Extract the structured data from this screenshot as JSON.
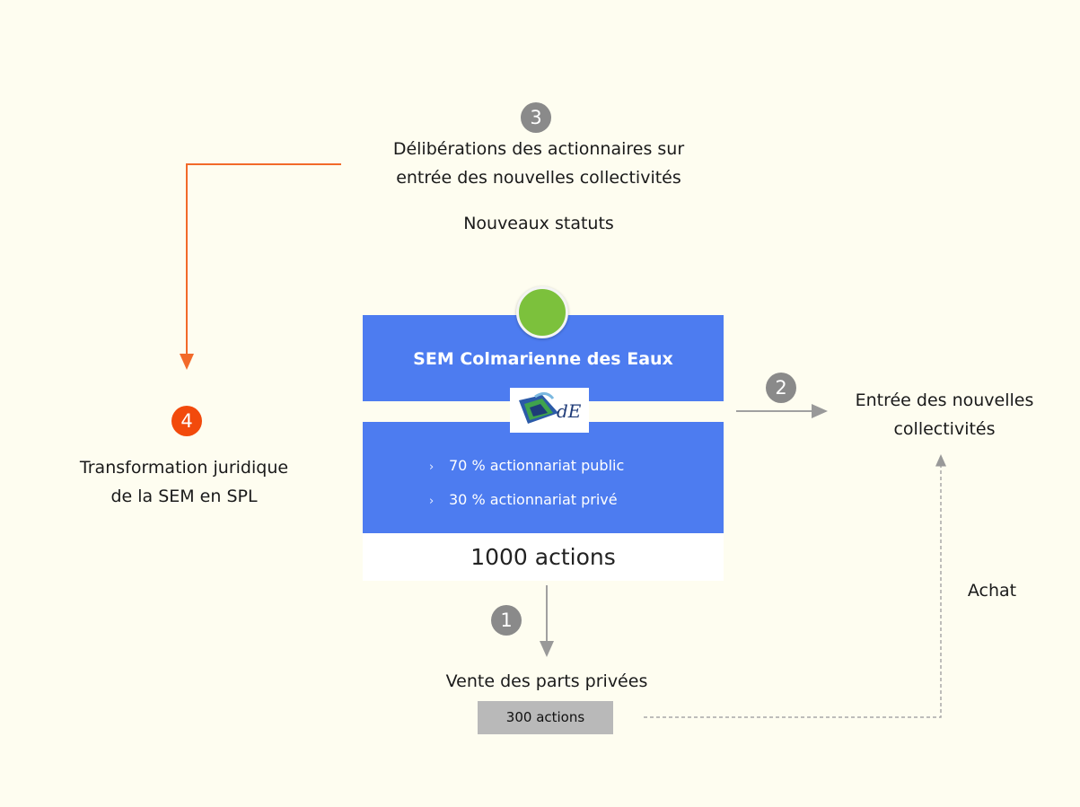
{
  "steps": {
    "s1": {
      "number": "1",
      "label": "Vente des parts privées",
      "tag": "300 actions"
    },
    "s2": {
      "number": "2",
      "label_line1": "Entrée des nouvelles",
      "label_line2": "collectivités"
    },
    "s3": {
      "number": "3",
      "label_line1": "Délibérations des actionnaires sur",
      "label_line2": "entrée des nouvelles collectivités",
      "sub": "Nouveaux statuts"
    },
    "s4": {
      "number": "4",
      "label_line1": "Transformation juridique",
      "label_line2": "de la SEM en SPL"
    }
  },
  "sem": {
    "title": "SEM Colmarienne des Eaux",
    "logo_text": "dE",
    "bullets": [
      "70 % actionnariat public",
      "30 % actionnariat privé"
    ],
    "bullet_marker": "›",
    "total": "1000 actions"
  },
  "achat_label": "Achat",
  "colors": {
    "background": "#fefdf0",
    "sem_blue": "#4d7cf0",
    "status_green": "#7cc13c",
    "accent_orange": "#f24a0c",
    "badge_grey": "#8a8a8a"
  }
}
